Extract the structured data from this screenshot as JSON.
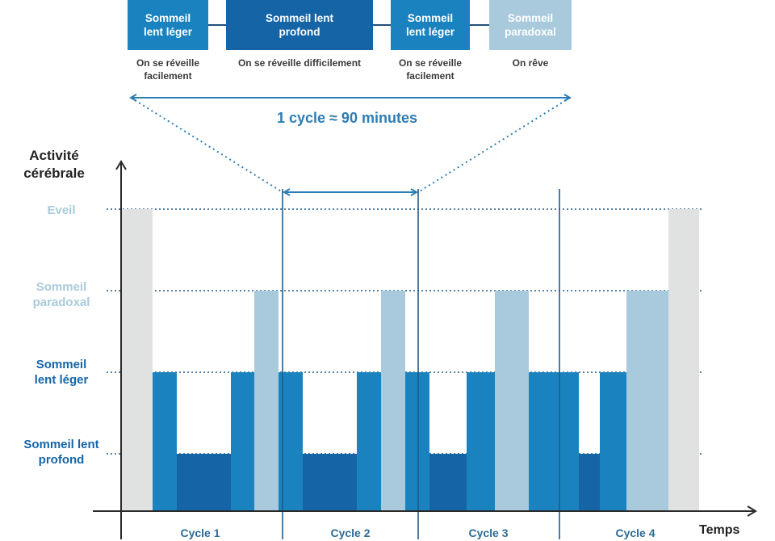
{
  "stages_top": [
    {
      "label": "Sommeil\nlent léger",
      "desc": "On se réveille\nfacilement",
      "color": "#1a83bf"
    },
    {
      "label": "Sommeil lent\nprofond",
      "desc": "On se réveille difficilement",
      "color": "#1564a6"
    },
    {
      "label": "Sommeil\nlent léger",
      "desc": "On se réveille\nfacilement",
      "color": "#1a83bf"
    },
    {
      "label": "Sommeil\nparadoxal",
      "desc": "On rêve",
      "color": "#a9cadd"
    }
  ],
  "cycle_caption": "1 cycle ≈ 90 minutes",
  "axis_title": "Activité\ncérébrale",
  "time_label": "Temps",
  "levels": [
    {
      "label": "Eveil",
      "color": "#a9cadd"
    },
    {
      "label": "Sommeil\nparadoxal",
      "color": "#a9cadd"
    },
    {
      "label": "Sommeil\nlent léger",
      "color": "#1565a8"
    },
    {
      "label": "Sommeil lent\nprofond",
      "color": "#1565a8"
    }
  ],
  "cycles": [
    "Cycle 1",
    "Cycle 2",
    "Cycle 3",
    "Cycle 4"
  ],
  "colors": {
    "eveil": "#e0e2e2",
    "leger": "#1a83bf",
    "profond": "#1564a6",
    "paradoxal": "#a9cadd",
    "line": "#1f4f7a",
    "arrow": "#2b7db5"
  },
  "chart_data": {
    "type": "bar",
    "title": "",
    "ylabel": "Activité cérébrale",
    "xlabel": "Temps",
    "levels": [
      "Sommeil lent profond",
      "Sommeil lent léger",
      "Sommeil paradoxal",
      "Eveil"
    ],
    "sequence": [
      {
        "stage": "Eveil",
        "level": 4
      },
      {
        "stage": "Sommeil lent léger",
        "level": 2,
        "cycle": "Cycle 1"
      },
      {
        "stage": "Sommeil lent profond",
        "level": 1,
        "cycle": "Cycle 1"
      },
      {
        "stage": "Sommeil lent léger",
        "level": 2,
        "cycle": "Cycle 1"
      },
      {
        "stage": "Sommeil paradoxal",
        "level": 3,
        "cycle": "Cycle 1"
      },
      {
        "stage": "Sommeil lent léger",
        "level": 2,
        "cycle": "Cycle 2"
      },
      {
        "stage": "Sommeil lent profond",
        "level": 1,
        "cycle": "Cycle 2"
      },
      {
        "stage": "Sommeil lent léger",
        "level": 2,
        "cycle": "Cycle 2"
      },
      {
        "stage": "Sommeil paradoxal",
        "level": 3,
        "cycle": "Cycle 2"
      },
      {
        "stage": "Sommeil lent léger",
        "level": 2,
        "cycle": "Cycle 3"
      },
      {
        "stage": "Sommeil lent profond",
        "level": 1,
        "cycle": "Cycle 3"
      },
      {
        "stage": "Sommeil lent léger",
        "level": 2,
        "cycle": "Cycle 3"
      },
      {
        "stage": "Sommeil paradoxal",
        "level": 3,
        "cycle": "Cycle 3"
      },
      {
        "stage": "Sommeil lent léger",
        "level": 2,
        "cycle": "Cycle 4"
      },
      {
        "stage": "Sommeil lent profond",
        "level": 1,
        "cycle": "Cycle 4"
      },
      {
        "stage": "Sommeil lent léger",
        "level": 2,
        "cycle": "Cycle 4"
      },
      {
        "stage": "Sommeil paradoxal",
        "level": 3,
        "cycle": "Cycle 4"
      },
      {
        "stage": "Eveil",
        "level": 4
      }
    ]
  }
}
